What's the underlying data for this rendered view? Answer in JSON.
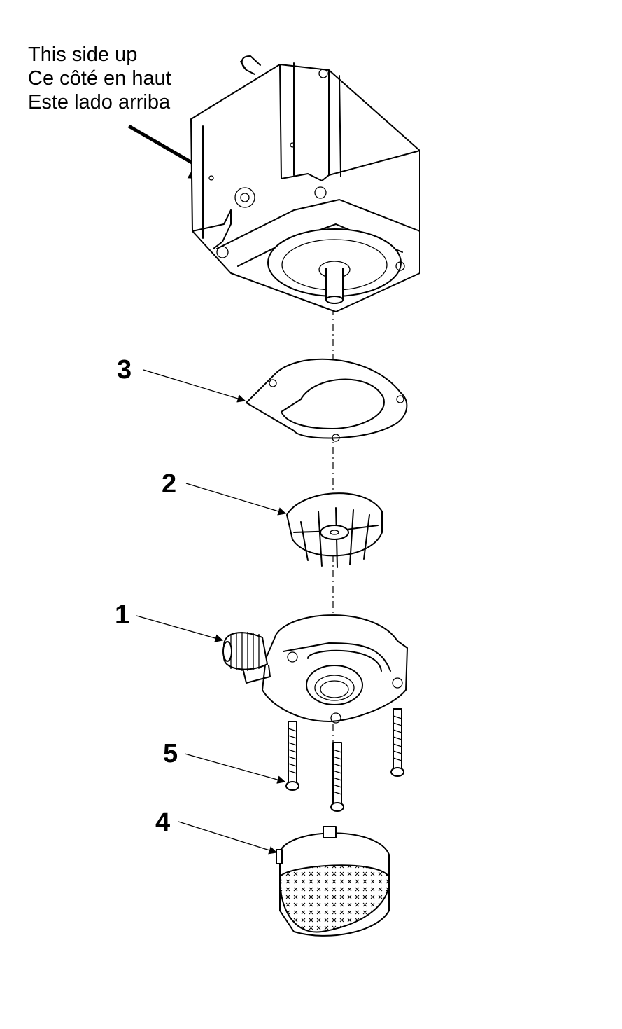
{
  "orientation_note": {
    "line_en": "This side up",
    "line_fr": "Ce côté en haut",
    "line_es": "Este lado arriba"
  },
  "callouts": {
    "c1": "1",
    "c2": "2",
    "c3": "3",
    "c4": "4",
    "c5": "5"
  }
}
